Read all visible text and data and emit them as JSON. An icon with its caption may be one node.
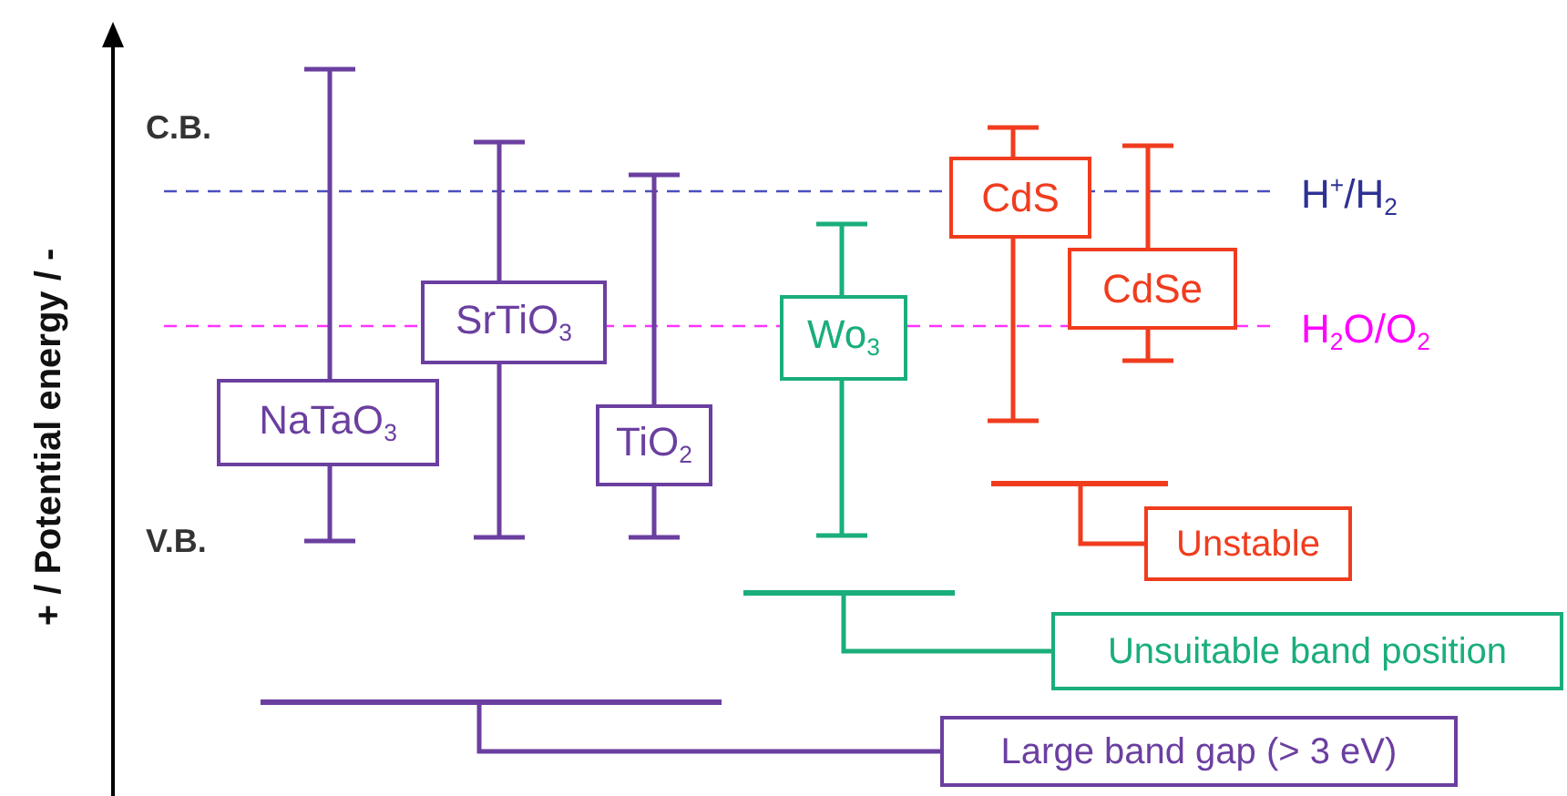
{
  "diagram": {
    "nodes": [
      {
        "text": [
          "NaTaO$_{3}$"
        ]
      },
      {
        "text": [
          "SrTiO$_{3}$"
        ]
      },
      {
        "text": [
          "TiO$_{2}$"
        ]
      },
      {
        "text": [
          "Wo$_{3}$"
        ]
      },
      {
        "text": [
          "CdS"
        ]
      },
      {
        "text": [
          "CdSe"
        ]
      },
      {
        "text": [],
        "shape": "bar"
      },
      {
        "text": [
          "Unstable"
        ]
      },
      {
        "text": [],
        "shape": "bar"
      },
      {
        "text": [
          "Unsuitable band position"
        ]
      },
      {
        "text": [],
        "shape": "bar"
      },
      {
        "text": [
          "Large band gap (> 3 eV)"
        ]
      }
    ],
    "edges": [
      {
        "from": 7,
        "to": 6,
        "arrow": "none",
        "color": "#f03c1e"
      },
      {
        "from": 9,
        "to": 8,
        "arrow": "none",
        "color": "#1aae7a"
      },
      {
        "from": 11,
        "to": 10,
        "arrow": "none",
        "color": "#6b3fa0"
      }
    ],
    "labels": [
      "+ / Potential energy / -",
      "C.B.",
      "V.B.",
      "H$^{+}$/H$_{2}$",
      "H$_{2}$O/O$_{2}$"
    ]
  }
}
